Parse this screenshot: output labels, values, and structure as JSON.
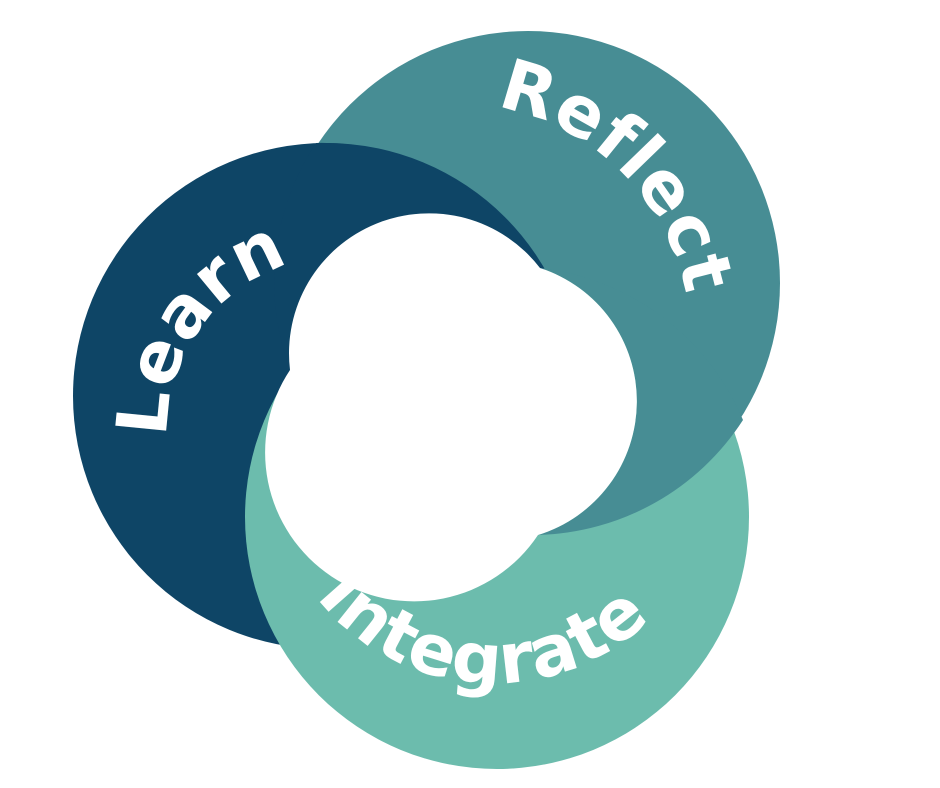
{
  "labels": {
    "learn": "Learn",
    "reflect": "Reflect",
    "integrate": "Integrate"
  },
  "colors": {
    "learn": "#0e4566",
    "reflect": "#478d94",
    "integrate": "#6cbcad",
    "center": "#ffffff",
    "text": "#ffffff"
  }
}
